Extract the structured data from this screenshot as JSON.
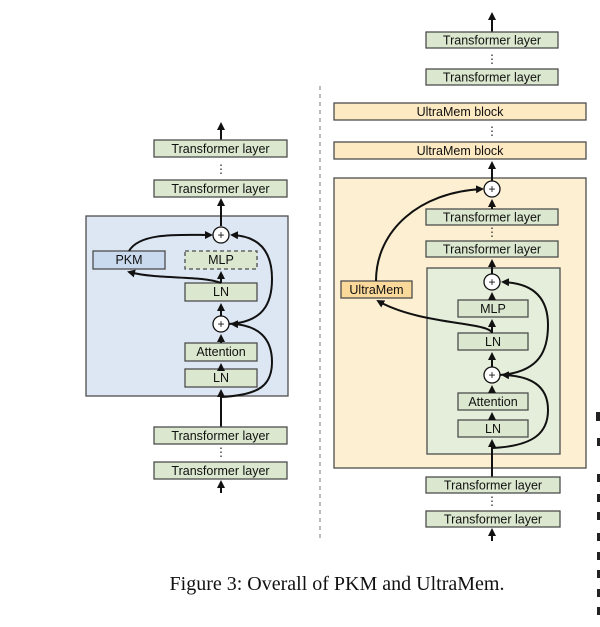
{
  "pkm": {
    "top_layer": "Transformer layer",
    "top_layer_2": "Transformer layer",
    "memory": "PKM",
    "mlp": "MLP",
    "ln_upper": "LN",
    "attention": "Attention",
    "ln_lower": "LN",
    "bottom_layer": "Transformer layer",
    "bottom_layer_2": "Transformer layer",
    "add": "+",
    "ellipsis": "⋮"
  },
  "ultramem": {
    "top_layer": "Transformer layer",
    "top_layer_2": "Transformer layer",
    "block_top": "UltraMem block",
    "block_bottom": "UltraMem block",
    "inner_layer_top": "Transformer layer",
    "inner_layer_bottom": "Transformer layer",
    "memory": "UltraMem",
    "mlp": "MLP",
    "ln_upper": "LN",
    "attention": "Attention",
    "ln_lower": "LN",
    "bottom_layer": "Transformer layer",
    "bottom_layer_2": "Transformer layer",
    "add": "+",
    "ellipsis": "⋮"
  },
  "caption": "Figure 3: Overall of PKM and UltraMem.",
  "colors": {
    "green_box": "#dbe8cf",
    "yellow_box": "#fde9c2",
    "blue_box": "#c9daee",
    "pkm_panel": "#dde6f3",
    "ultramem_panel": "#fcefd2",
    "inner_panel": "#e5eedb"
  }
}
